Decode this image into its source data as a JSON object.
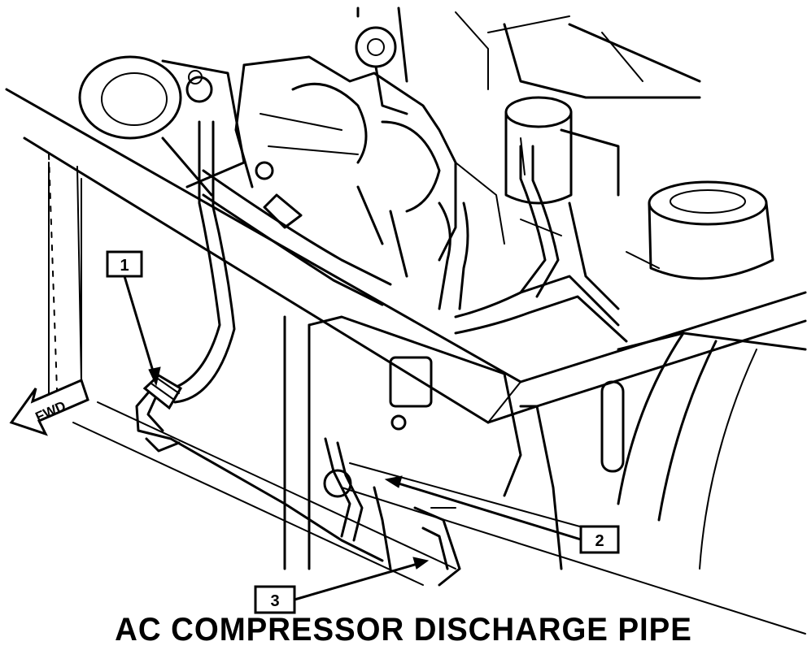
{
  "caption": "AC COMPRESSOR DISCHARGE PIPE",
  "direction_label": "FWD",
  "callouts": [
    {
      "id": "1",
      "label": "1"
    },
    {
      "id": "2",
      "label": "2"
    },
    {
      "id": "3",
      "label": "3"
    }
  ],
  "colors": {
    "ink": "#000000",
    "paper": "#ffffff"
  }
}
